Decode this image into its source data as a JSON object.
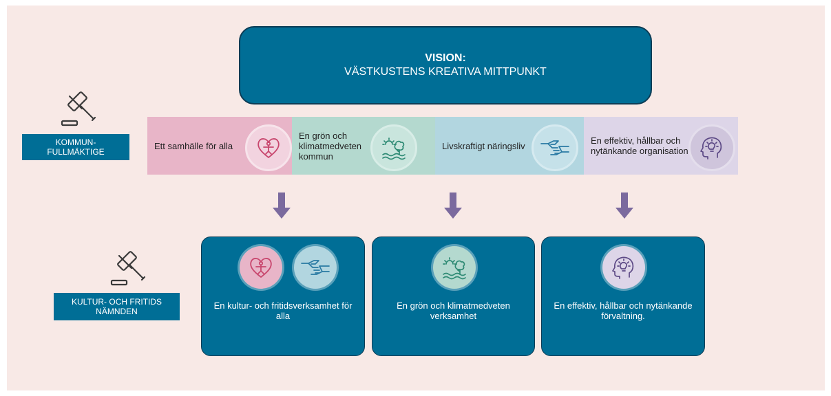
{
  "vision": {
    "title": "VISION:",
    "subtitle": "VÄSTKUSTENS KREATIVA MITTPUNKT"
  },
  "levels": {
    "council": {
      "line1": "KOMMUN-",
      "line2": "FULLMÄKTIGE",
      "icon": "gavel-icon"
    },
    "committee": {
      "line1": "KULTUR- OCH FRITIDS",
      "line2": "NÄMNDEN",
      "icon": "gavel-icon"
    }
  },
  "goals": [
    {
      "label": "Ett samhälle för alla",
      "icon": "heart-person-icon",
      "color": "#e8b5c8"
    },
    {
      "label": "En grön och klimatmedveten kommun",
      "icon": "sun-tree-waves-icon",
      "color": "#b4d9cf"
    },
    {
      "label": "Livskraftigt näringsliv",
      "icon": "handshake-icon",
      "color": "#b2d6e0"
    },
    {
      "label": "En effektiv, hållbar och nytänkande organisation",
      "icon": "head-lightbulb-icon",
      "color": "#ddd5e8"
    }
  ],
  "cards": [
    {
      "label": "En kultur- och fritidsverksamhet för alla",
      "icons": [
        "heart-person-icon",
        "handshake-icon"
      ]
    },
    {
      "label": "En grön och klimatmedveten verksamhet",
      "icons": [
        "sun-tree-waves-icon"
      ]
    },
    {
      "label": "En effektiv, hållbar och nytänkande förvaltning.",
      "icons": [
        "head-lightbulb-icon"
      ]
    }
  ],
  "colors": {
    "background": "#f8e9e6",
    "primary_blue": "#006e96",
    "arrow": "#7b6a9e",
    "icon_stroke_pink": "#c8476e",
    "icon_stroke_green": "#2e8a74",
    "icon_stroke_blue": "#2a7aa3",
    "icon_stroke_purple": "#5d4a86"
  }
}
